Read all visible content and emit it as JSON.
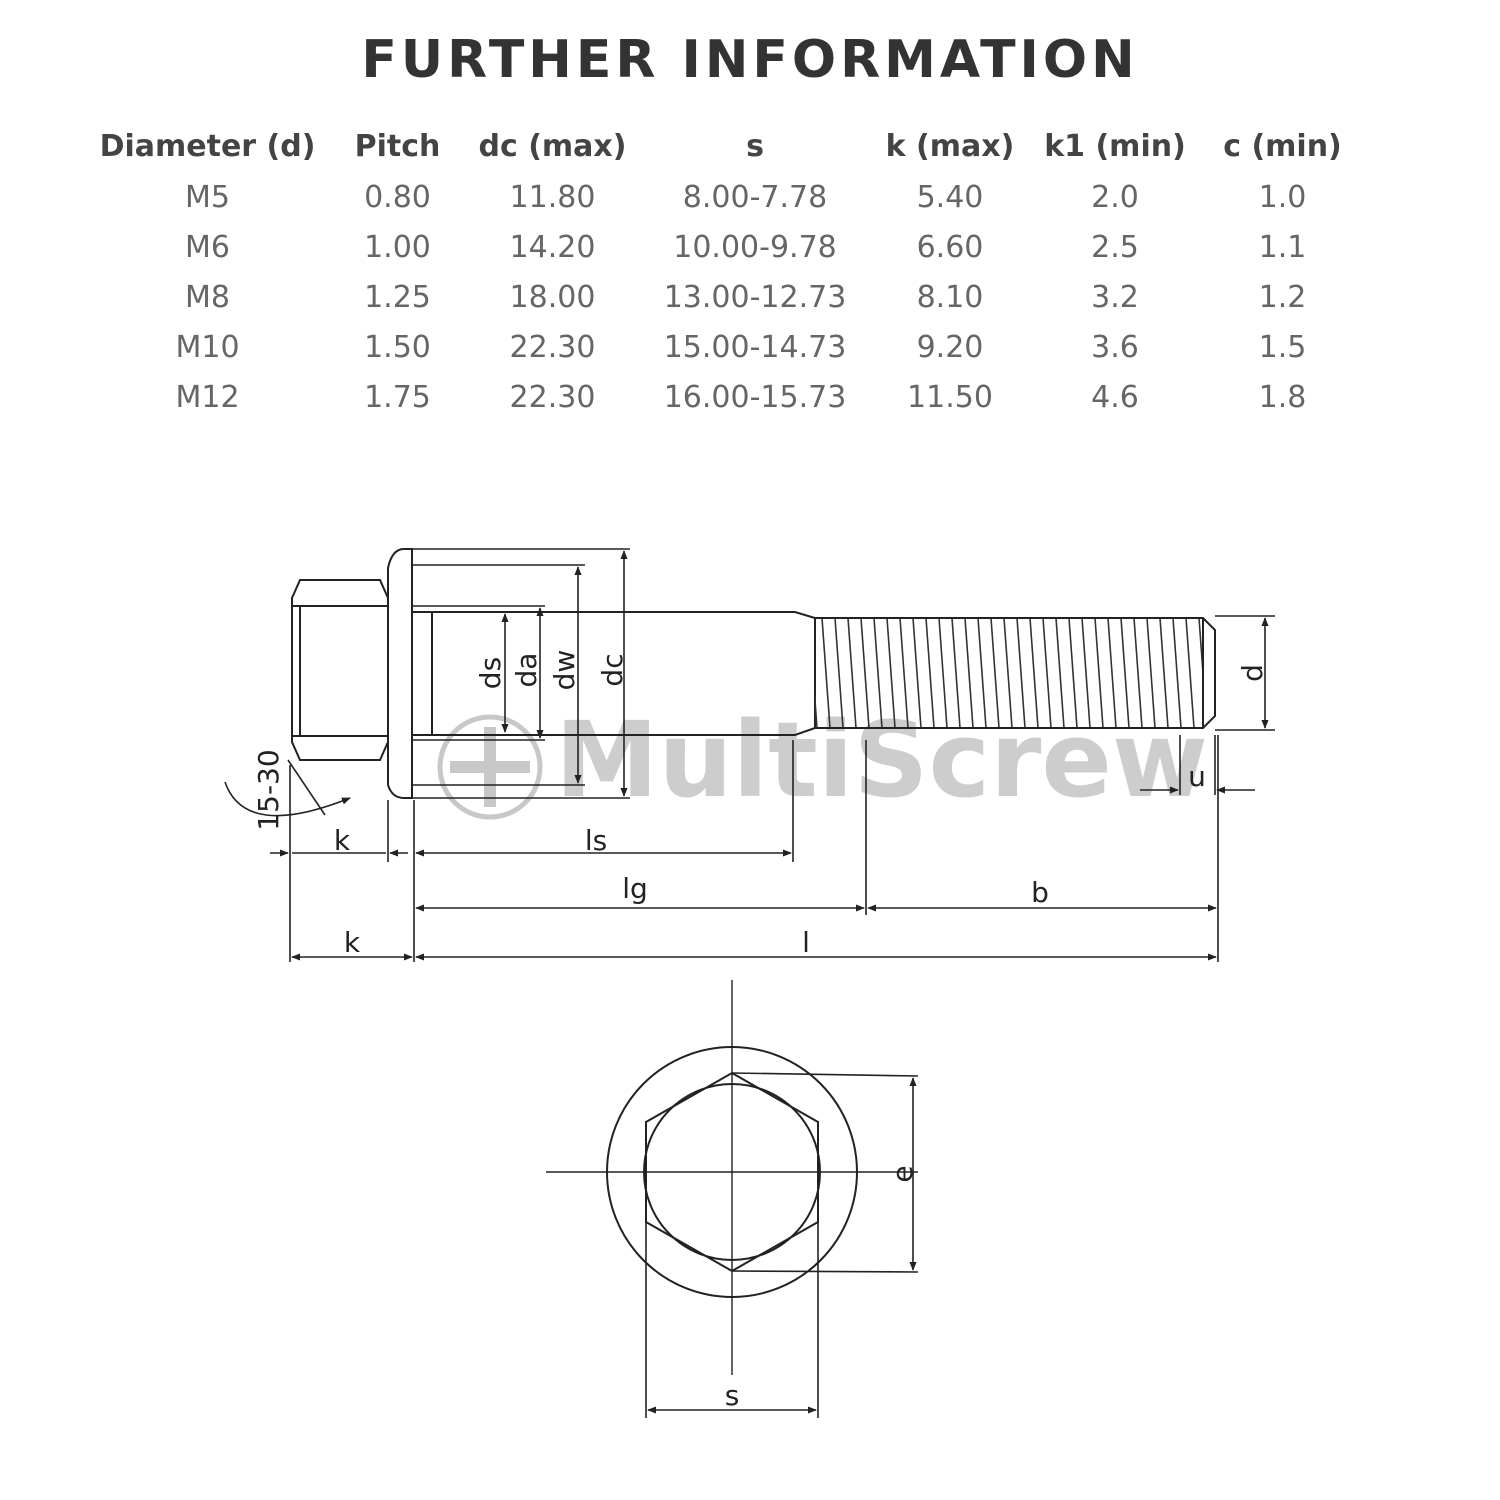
{
  "title": "FURTHER INFORMATION",
  "table": {
    "headers": [
      "Diameter (d)",
      "Pitch",
      "dc (max)",
      "s",
      "k (max)",
      "k1 (min)",
      "c (min)"
    ],
    "rows": [
      [
        "M5",
        "0.80",
        "11.80",
        "8.00-7.78",
        "5.40",
        "2.0",
        "1.0"
      ],
      [
        "M6",
        "1.00",
        "14.20",
        "10.00-9.78",
        "6.60",
        "2.5",
        "1.1"
      ],
      [
        "M8",
        "1.25",
        "18.00",
        "13.00-12.73",
        "8.10",
        "3.2",
        "1.2"
      ],
      [
        "M10",
        "1.50",
        "22.30",
        "15.00-14.73",
        "9.20",
        "3.6",
        "1.5"
      ],
      [
        "M12",
        "1.75",
        "22.30",
        "16.00-15.73",
        "11.50",
        "4.6",
        "1.8"
      ]
    ]
  },
  "diagram": {
    "labels": {
      "ds": "ds",
      "da": "da",
      "dw": "dw",
      "dc": "dc",
      "d": "d",
      "u": "u",
      "angle": "15-30",
      "k_upper": "k",
      "ls": "ls",
      "lg": "lg",
      "b": "b",
      "k_lower": "k",
      "l": "l",
      "e": "e",
      "s": "s"
    },
    "watermark": "MultiScrew"
  },
  "colors": {
    "text": "#333333",
    "line": "#222222",
    "watermark": "#bdbdbd"
  }
}
